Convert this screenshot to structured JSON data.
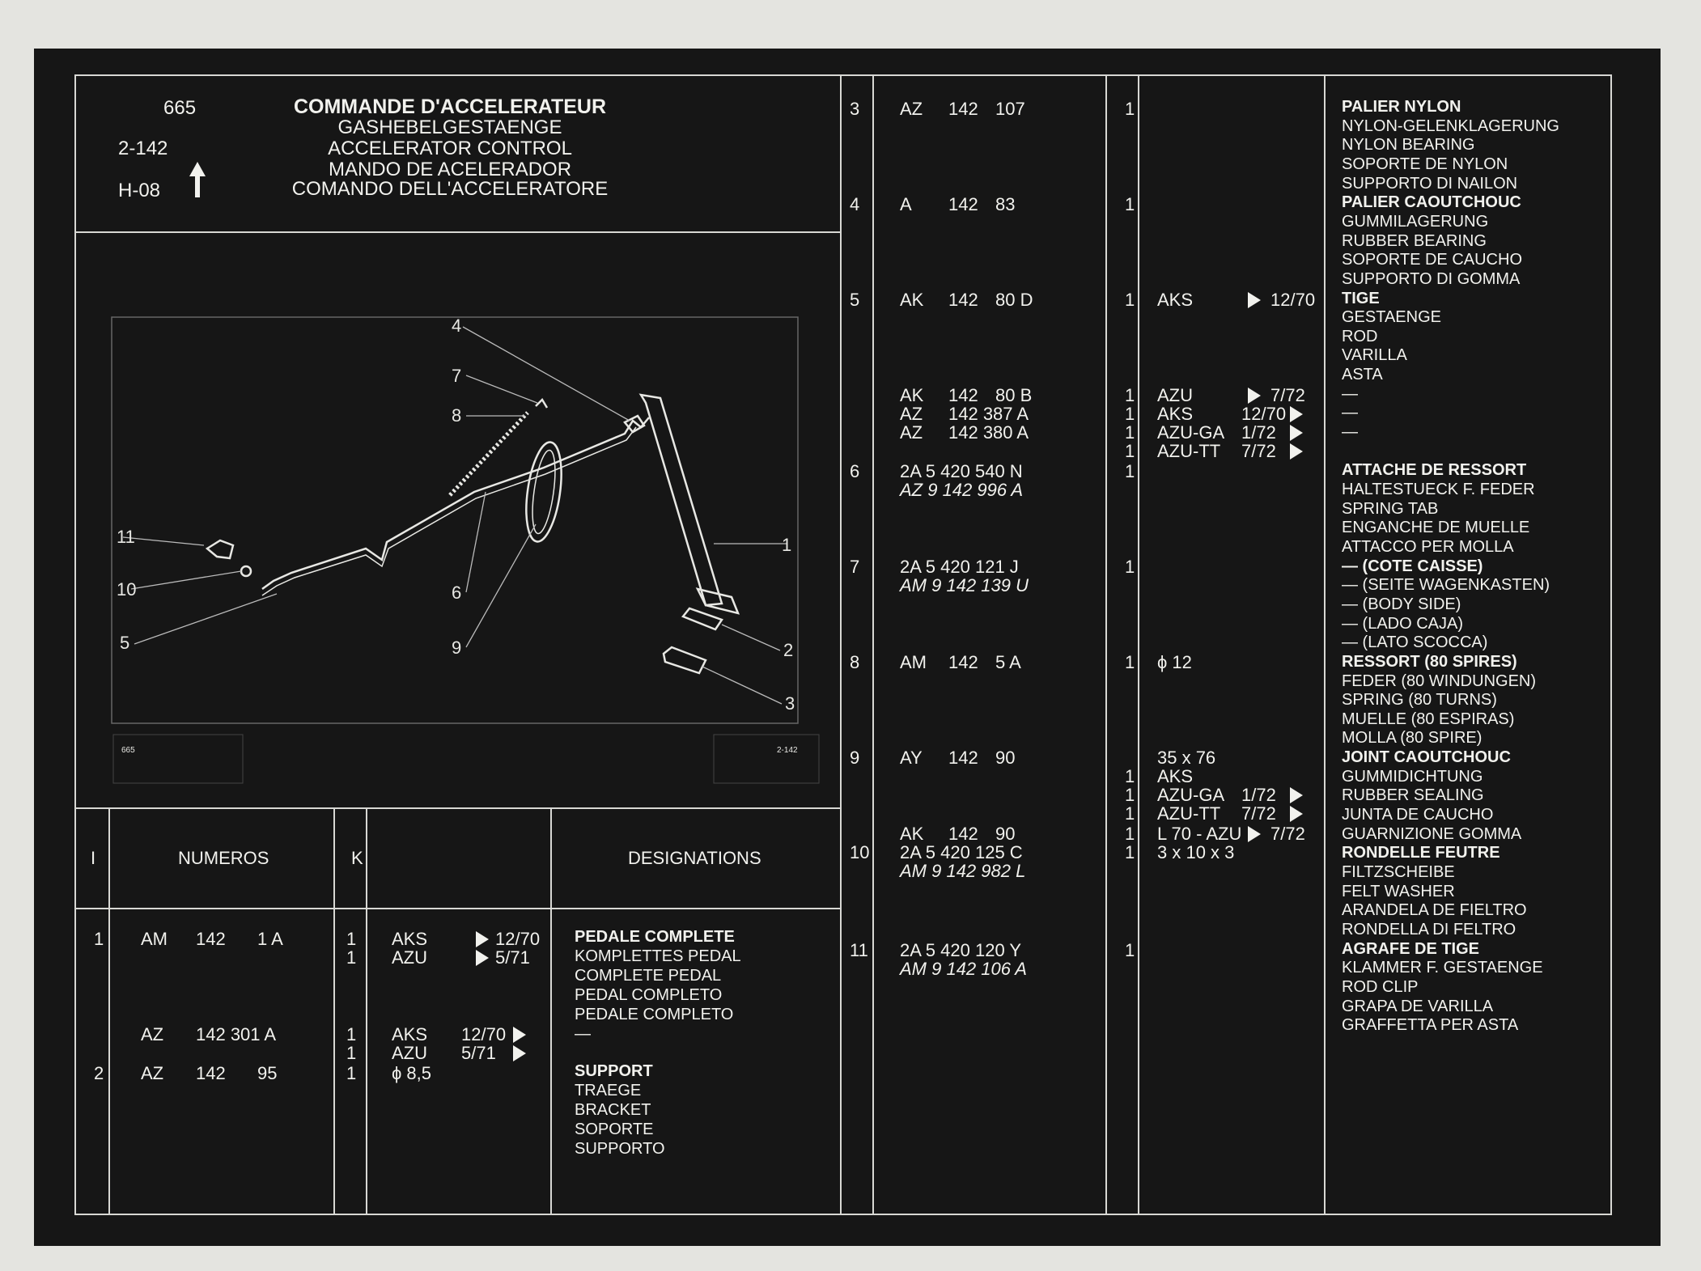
{
  "header": {
    "page_no": "665",
    "group": "2-142",
    "ref": "H-08",
    "titles": [
      "COMMANDE D'ACCELERATEUR",
      "GASHEBELGESTAENGE",
      "ACCELERATOR CONTROL",
      "MANDO DE ACELERADOR",
      "COMANDO DELL'ACCELERATORE"
    ]
  },
  "diagram": {
    "callouts": [
      "1",
      "2",
      "3",
      "4",
      "5",
      "6",
      "7",
      "8",
      "9",
      "10",
      "11"
    ],
    "corner_left": "665",
    "corner_right": "2-142"
  },
  "table_head": {
    "col_i": "I",
    "col_numeros": "NUMEROS",
    "col_k": "K",
    "col_designations": "DESIGNATIONS"
  },
  "rows_left": [
    {
      "i": "1",
      "prefix": "AM",
      "group": "142",
      "num": "1 A",
      "qty": "1",
      "model": "AKS",
      "date": "12/70",
      "arrow": "before"
    },
    {
      "i": "",
      "prefix": "",
      "group": "",
      "num": "",
      "qty": "1",
      "model": "AZU",
      "date": "5/71",
      "arrow": "before"
    },
    {
      "i": "",
      "prefix": "AZ",
      "group": "142 301 A",
      "num": "",
      "qty": "1",
      "model": "AKS",
      "date": "12/70",
      "arrow": "after"
    },
    {
      "i": "",
      "prefix": "",
      "group": "",
      "num": "",
      "qty": "1",
      "model": "AZU",
      "date": "5/71",
      "arrow": "after"
    },
    {
      "i": "2",
      "prefix": "AZ",
      "group": "142",
      "num": "95",
      "qty": "1",
      "model": "ϕ 8,5",
      "date": "",
      "arrow": ""
    }
  ],
  "desig_left": [
    {
      "text": "PEDALE COMPLETE",
      "bold": true
    },
    {
      "text": "KOMPLETTES PEDAL",
      "bold": false
    },
    {
      "text": "COMPLETE PEDAL",
      "bold": false
    },
    {
      "text": "PEDAL COMPLETO",
      "bold": false
    },
    {
      "text": "PEDALE COMPLETO",
      "bold": false
    },
    {
      "text": "—",
      "bold": false
    },
    {
      "text": "SUPPORT",
      "bold": true
    },
    {
      "text": "TRAEGE",
      "bold": false
    },
    {
      "text": "BRACKET",
      "bold": false
    },
    {
      "text": "SOPORTE",
      "bold": false
    },
    {
      "text": "SUPPORTO",
      "bold": false
    }
  ],
  "rows_right": [
    {
      "i": "3",
      "prefix": "AZ",
      "group": "142",
      "num": "107",
      "qty": "1",
      "note": "",
      "date": "",
      "arrow": ""
    },
    {
      "i": "4",
      "prefix": "A",
      "group": "142",
      "num": "83",
      "qty": "1",
      "note": "",
      "date": "",
      "arrow": ""
    },
    {
      "i": "5",
      "prefix": "AK",
      "group": "142",
      "num": "80 D",
      "qty": "1",
      "note": "AKS",
      "date": "12/70",
      "arrow": "before"
    },
    {
      "i": "",
      "prefix": "AK",
      "group": "142",
      "num": "80 B",
      "qty": "1",
      "note": "AZU",
      "date": "7/72",
      "arrow": "before"
    },
    {
      "i": "",
      "prefix": "AZ",
      "group": "142 387 A",
      "num": "",
      "qty": "1",
      "note": "AKS",
      "date": "12/70",
      "arrow": "after"
    },
    {
      "i": "",
      "prefix": "AZ",
      "group": "142 380 A",
      "num": "",
      "qty": "1",
      "note": "AZU-GA",
      "date": "1/72",
      "arrow": "after"
    },
    {
      "i": "",
      "prefix": "",
      "group": "",
      "num": "",
      "qty": "1",
      "note": "AZU-TT",
      "date": "7/72",
      "arrow": "after"
    },
    {
      "i": "6",
      "prefix": "2A 5 420 540 N",
      "group": "",
      "num": "",
      "qty": "1",
      "note": "",
      "date": "",
      "arrow": ""
    },
    {
      "i": "",
      "prefix": "AZ 9 142 996 A",
      "group": "",
      "num": "",
      "qty": "",
      "note": "",
      "date": "",
      "arrow": ""
    },
    {
      "i": "7",
      "prefix": "2A 5 420 121 J",
      "group": "",
      "num": "",
      "qty": "1",
      "note": "",
      "date": "",
      "arrow": ""
    },
    {
      "i": "",
      "prefix": "AM 9 142 139 U",
      "group": "",
      "num": "",
      "qty": "",
      "note": "",
      "date": "",
      "arrow": ""
    },
    {
      "i": "8",
      "prefix": "AM",
      "group": "142",
      "num": "5 A",
      "qty": "1",
      "note": "ϕ 12",
      "date": "",
      "arrow": ""
    },
    {
      "i": "9",
      "prefix": "AY",
      "group": "142",
      "num": "90",
      "qty": "",
      "note": "35 x 76",
      "date": "",
      "arrow": ""
    },
    {
      "i": "",
      "prefix": "",
      "group": "",
      "num": "",
      "qty": "1",
      "note": "AKS",
      "date": "",
      "arrow": ""
    },
    {
      "i": "",
      "prefix": "",
      "group": "",
      "num": "",
      "qty": "1",
      "note": "AZU-GA",
      "date": "1/72",
      "arrow": "after"
    },
    {
      "i": "",
      "prefix": "",
      "group": "",
      "num": "",
      "qty": "1",
      "note": "AZU-TT",
      "date": "7/72",
      "arrow": "after"
    },
    {
      "i": "",
      "prefix": "AK",
      "group": "142",
      "num": "90",
      "qty": "1",
      "note": "L 70 - AZU",
      "date": "7/72",
      "arrow": "before"
    },
    {
      "i": "10",
      "prefix": "2A 5 420 125 C",
      "group": "",
      "num": "",
      "qty": "1",
      "note": "3 x 10 x 3",
      "date": "",
      "arrow": ""
    },
    {
      "i": "",
      "prefix": "AM 9 142 982 L",
      "group": "",
      "num": "",
      "qty": "",
      "note": "",
      "date": "",
      "arrow": ""
    },
    {
      "i": "11",
      "prefix": "2A 5 420 120 Y",
      "group": "",
      "num": "",
      "qty": "1",
      "note": "",
      "date": "",
      "arrow": ""
    },
    {
      "i": "",
      "prefix": "AM 9 142 106 A",
      "group": "",
      "num": "",
      "qty": "",
      "note": "",
      "date": "",
      "arrow": ""
    }
  ],
  "desig_right": [
    {
      "text": "PALIER NYLON",
      "bold": true
    },
    {
      "text": "NYLON-GELENKLAGERUNG",
      "bold": false
    },
    {
      "text": "NYLON BEARING",
      "bold": false
    },
    {
      "text": "SOPORTE DE NYLON",
      "bold": false
    },
    {
      "text": "SUPPORTO DI NAILON",
      "bold": false
    },
    {
      "text": "PALIER CAOUTCHOUC",
      "bold": true
    },
    {
      "text": "GUMMILAGERUNG",
      "bold": false
    },
    {
      "text": "RUBBER BEARING",
      "bold": false
    },
    {
      "text": "SOPORTE DE CAUCHO",
      "bold": false
    },
    {
      "text": "SUPPORTO DI GOMMA",
      "bold": false
    },
    {
      "text": "TIGE",
      "bold": true
    },
    {
      "text": "GESTAENGE",
      "bold": false
    },
    {
      "text": "ROD",
      "bold": false
    },
    {
      "text": "VARILLA",
      "bold": false
    },
    {
      "text": "ASTA",
      "bold": false
    },
    {
      "text": "—",
      "bold": false
    },
    {
      "text": "—",
      "bold": false
    },
    {
      "text": "—",
      "bold": false
    },
    {
      "text": "",
      "bold": false
    },
    {
      "text": "ATTACHE DE RESSORT",
      "bold": true
    },
    {
      "text": "HALTESTUECK F. FEDER",
      "bold": false
    },
    {
      "text": "SPRING TAB",
      "bold": false
    },
    {
      "text": "ENGANCHE DE MUELLE",
      "bold": false
    },
    {
      "text": "ATTACCO PER MOLLA",
      "bold": false
    },
    {
      "text": "— (COTE CAISSE)",
      "bold": true
    },
    {
      "text": "— (SEITE WAGENKASTEN)",
      "bold": false
    },
    {
      "text": "— (BODY SIDE)",
      "bold": false
    },
    {
      "text": "— (LADO CAJA)",
      "bold": false
    },
    {
      "text": "— (LATO SCOCCA)",
      "bold": false
    },
    {
      "text": "RESSORT (80 SPIRES)",
      "bold": true
    },
    {
      "text": "FEDER (80 WINDUNGEN)",
      "bold": false
    },
    {
      "text": "SPRING (80 TURNS)",
      "bold": false
    },
    {
      "text": "MUELLE (80 ESPIRAS)",
      "bold": false
    },
    {
      "text": "MOLLA (80 SPIRE)",
      "bold": false
    },
    {
      "text": "JOINT CAOUTCHOUC",
      "bold": true
    },
    {
      "text": "GUMMIDICHTUNG",
      "bold": false
    },
    {
      "text": "RUBBER SEALING",
      "bold": false
    },
    {
      "text": "JUNTA DE CAUCHO",
      "bold": false
    },
    {
      "text": "GUARNIZIONE GOMMA",
      "bold": false
    },
    {
      "text": "RONDELLE FEUTRE",
      "bold": true
    },
    {
      "text": "FILTZSCHEIBE",
      "bold": false
    },
    {
      "text": "FELT WASHER",
      "bold": false
    },
    {
      "text": "ARANDELA DE FIELTRO",
      "bold": false
    },
    {
      "text": "RONDELLA DI FELTRO",
      "bold": false
    },
    {
      "text": "AGRAFE DE TIGE",
      "bold": true
    },
    {
      "text": "KLAMMER F. GESTAENGE",
      "bold": false
    },
    {
      "text": "ROD CLIP",
      "bold": false
    },
    {
      "text": "GRAPA DE VARILLA",
      "bold": false
    },
    {
      "text": "GRAFFETTA PER ASTA",
      "bold": false
    }
  ]
}
